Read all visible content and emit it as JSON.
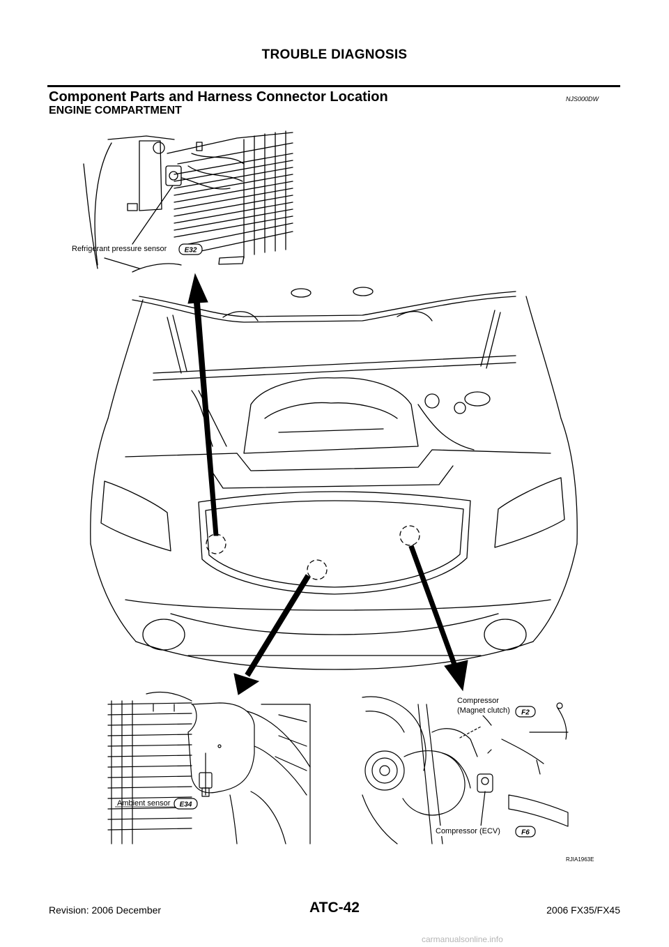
{
  "header": {
    "title": "TROUBLE DIAGNOSIS"
  },
  "section": {
    "title": "Component Parts and Harness Connector Location",
    "code": "NJS000DW",
    "subtitle": "ENGINE COMPARTMENT"
  },
  "figure": {
    "callouts": {
      "refrigerant": {
        "label": "Refrigerant pressure sensor",
        "connector": "E32"
      },
      "ambient": {
        "label": "Ambient sensor",
        "connector": "E34"
      },
      "compressor_magnet_line1": "Compressor",
      "compressor_magnet_line2": "(Magnet clutch)",
      "compressor_magnet_connector": "F2",
      "compressor_ecv": {
        "label": "Compressor (ECV)",
        "connector": "F6"
      }
    },
    "code": "RJIA1963E"
  },
  "footer": {
    "revision": "Revision: 2006 December",
    "page": "ATC-42",
    "model": "2006 FX35/FX45"
  },
  "watermark": "carmanualsonline.info"
}
